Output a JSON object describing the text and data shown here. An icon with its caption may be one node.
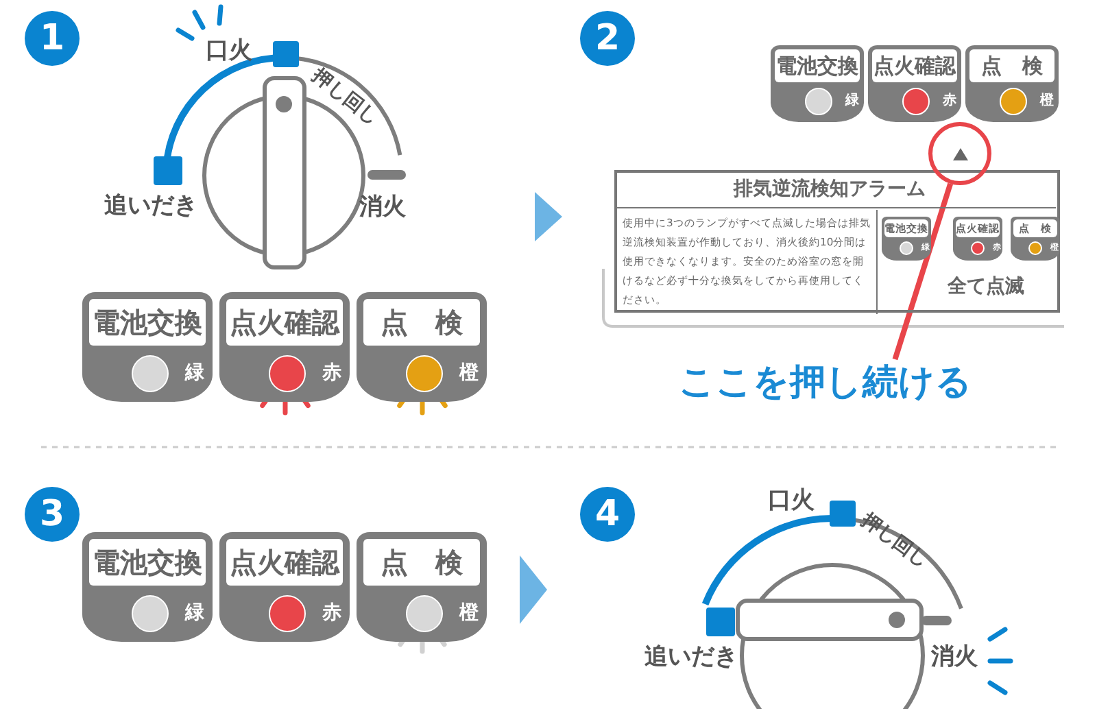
{
  "diagram": {
    "nodes": [
      {
        "text": [
          "1"
        ]
      },
      {
        "text": [
          "電池交換",
          "緑"
        ]
      },
      {
        "text": [
          "点火確認",
          "赤"
        ]
      },
      {
        "text": [
          "点　検",
          "橙"
        ]
      },
      {
        "text": [
          "2"
        ]
      },
      {
        "text": [
          "電池交換",
          "緑"
        ]
      },
      {
        "text": [
          "点火確認",
          "赤"
        ]
      },
      {
        "text": [
          "点　検",
          "橙"
        ]
      },
      {
        "text": [
          "排気逆流検知アラーム",
          "使用中に3つのランプがすべて点滅した場合は排気逆流検知装置が作動しており、消火後約10分間は使用できなくなります。安全のため浴室の窓を開けるなど必ず十分な換気をしてから再使用してください。",
          "全て点滅"
        ]
      },
      {
        "text": [
          "電池交換",
          "緑"
        ],
        "in": 8
      },
      {
        "text": [
          "点火確認",
          "赤"
        ],
        "in": 8
      },
      {
        "text": [
          "点　検",
          "橙"
        ],
        "in": 8
      },
      {
        "text": [],
        "shape": "circle"
      },
      {
        "text": [
          "ここを押し続ける"
        ]
      },
      {
        "text": [
          "3"
        ]
      },
      {
        "text": [
          "電池交換",
          "緑"
        ]
      },
      {
        "text": [
          "点火確認",
          "赤"
        ]
      },
      {
        "text": [
          "点　検",
          "橙"
        ]
      },
      {
        "text": [
          "4"
        ]
      }
    ],
    "edges": [
      {
        "from": 13,
        "to": 12,
        "arrow": "none",
        "color": "#e8454a"
      },
      {
        "from": 17,
        "to": 18,
        "arrow": "to",
        "style": "thick"
      }
    ],
    "labels": [
      "口火",
      "押し回し",
      "追いだき",
      "消火",
      "口火",
      "押し回し",
      "追いだき",
      "消火"
    ]
  }
}
